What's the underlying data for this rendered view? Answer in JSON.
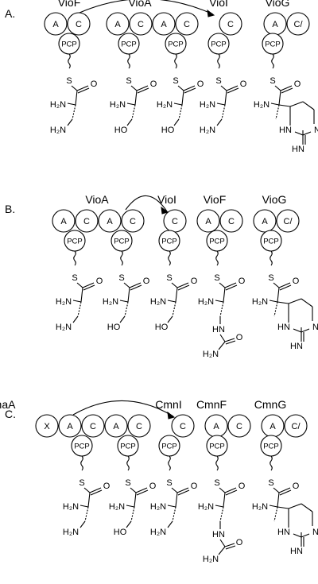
{
  "panels": [
    {
      "id": "A",
      "label": "A.",
      "modules": [
        {
          "name": "VioF",
          "domains": [
            "A",
            "C"
          ],
          "pcp": "PCP",
          "group": 1
        },
        {
          "name": "VioA",
          "domains": [
            "A",
            "C",
            "A",
            "C"
          ],
          "pcp": "PCP",
          "group": 2
        },
        {
          "name": "VioI",
          "domains": [
            "C"
          ],
          "pcp": "PCP",
          "group": 1
        },
        {
          "name": "VioG",
          "domains": [
            "A",
            "C/"
          ],
          "pcp": "PCP",
          "group": 1
        }
      ],
      "arrow": {
        "from_module": 0,
        "to_module": 2
      },
      "substrates": [
        "dap",
        "ser",
        "ser",
        "dap",
        "capreo"
      ]
    },
    {
      "id": "B",
      "label": "B.",
      "modules": [
        {
          "name": "",
          "domains": [
            "A",
            "C",
            "A",
            "C"
          ],
          "pcp": "PCP",
          "group": 2
        },
        {
          "name": "VioI",
          "domains": [
            "C"
          ],
          "pcp": "PCP",
          "group": 1
        },
        {
          "name": "VioF",
          "domains": [
            "A",
            "C"
          ],
          "pcp": "PCP",
          "group": 1
        },
        {
          "name": "VioG",
          "domains": [
            "A",
            "C/"
          ],
          "pcp": "PCP",
          "group": 1
        }
      ],
      "extra_labels": [
        "VioA"
      ],
      "arrow": {
        "from_module": 0,
        "to_module": 1
      },
      "substrates": [
        "dap",
        "ser",
        "ser",
        "urea",
        "capreo"
      ]
    },
    {
      "id": "C",
      "label": "C.",
      "modules": [
        {
          "name": "CmaA",
          "domains": [
            "X",
            "A",
            "C",
            "A",
            "C"
          ],
          "pcp": "PCP",
          "group": 2
        },
        {
          "name": "CmnI",
          "domains": [
            "C"
          ],
          "pcp": "PCP",
          "group": 1
        },
        {
          "name": "CmnF",
          "domains": [
            "A",
            "C"
          ],
          "pcp": "PCP",
          "group": 1
        },
        {
          "name": "CmnG",
          "domains": [
            "A",
            "C/"
          ],
          "pcp": "PCP",
          "group": 1
        }
      ],
      "arrow": {
        "from_module": 0,
        "to_module": 1
      },
      "substrates": [
        "dap",
        "ser",
        "dap",
        "urea",
        "capreo"
      ]
    }
  ],
  "atoms": {
    "S": "S",
    "O": "O",
    "H2N": "H₂N",
    "HO": "HO",
    "HN": "HN",
    "NH": "NH",
    "HN_imine": "HN"
  }
}
